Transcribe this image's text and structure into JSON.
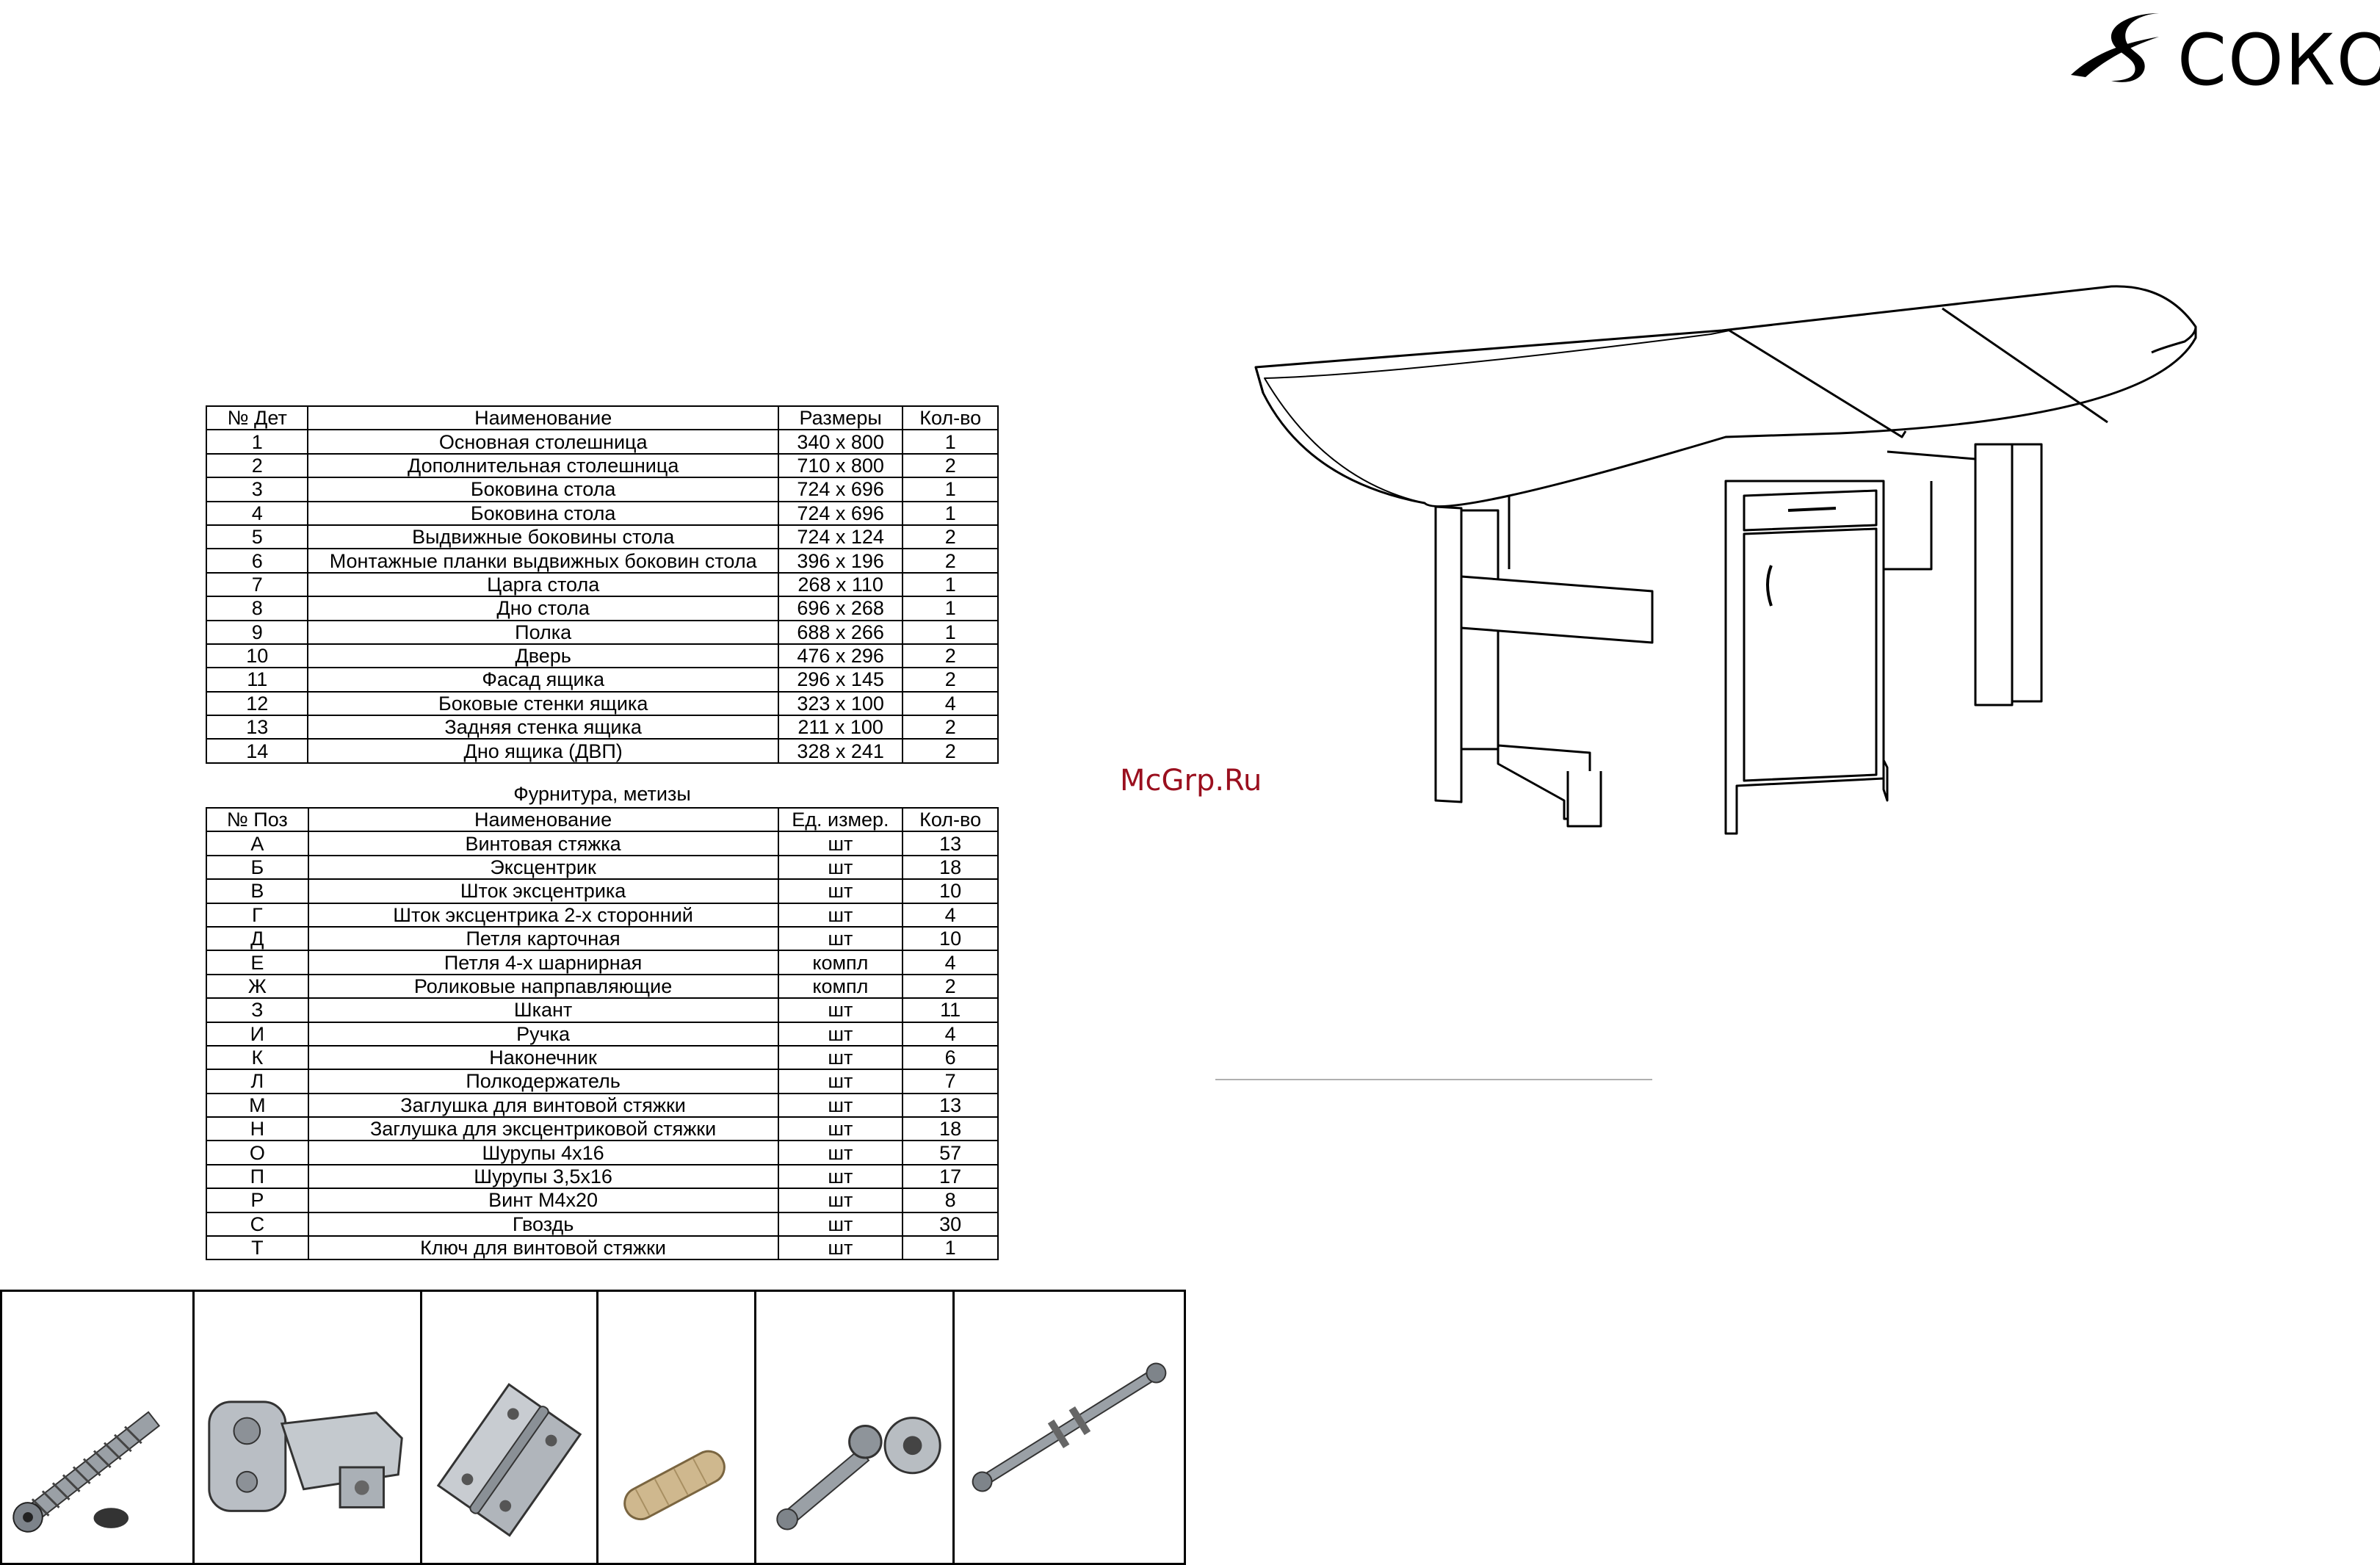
{
  "brand": {
    "name": "СОКОЛ"
  },
  "watermark": "McGrp.Ru",
  "parts_table": {
    "headers": [
      "№ Дет",
      "Наименование",
      "Размеры",
      "Кол-во"
    ],
    "rows": [
      [
        "1",
        "Основная столешница",
        "340 x 800",
        "1"
      ],
      [
        "2",
        "Дополнительная столешница",
        "710 x 800",
        "2"
      ],
      [
        "3",
        "Боковина стола",
        "724 x 696",
        "1"
      ],
      [
        "4",
        "Боковина стола",
        "724 x 696",
        "1"
      ],
      [
        "5",
        "Выдвижные боковины стола",
        "724 x 124",
        "2"
      ],
      [
        "6",
        "Монтажные планки выдвижных боковин стола",
        "396 x 196",
        "2"
      ],
      [
        "7",
        "Царга стола",
        "268 x 110",
        "1"
      ],
      [
        "8",
        "Дно стола",
        "696 x 268",
        "1"
      ],
      [
        "9",
        "Полка",
        "688 x 266",
        "1"
      ],
      [
        "10",
        "Дверь",
        "476 x 296",
        "2"
      ],
      [
        "11",
        "Фасад ящика",
        "296 x 145",
        "2"
      ],
      [
        "12",
        "Боковые стенки ящика",
        "323 x 100",
        "4"
      ],
      [
        "13",
        "Задняя стенка ящика",
        "211 x 100",
        "2"
      ],
      [
        "14",
        "Дно ящика (ДВП)",
        "328 x 241",
        "2"
      ]
    ]
  },
  "hardware_title": "Фурнитура, метизы",
  "hardware_table": {
    "headers": [
      "№ Поз",
      "Наименование",
      "Ед. измер.",
      "Кол-во"
    ],
    "rows": [
      [
        "А",
        "Винтовая стяжка",
        "шт",
        "13"
      ],
      [
        "Б",
        "Эксцентрик",
        "шт",
        "18"
      ],
      [
        "В",
        "Шток эксцентрика",
        "шт",
        "10"
      ],
      [
        "Г",
        "Шток эксцентрика 2-х сторонний",
        "шт",
        "4"
      ],
      [
        "Д",
        "Петля карточная",
        "шт",
        "10"
      ],
      [
        "Е",
        "Петля 4-х шарнирная",
        "компл",
        "4"
      ],
      [
        "Ж",
        "Роликовые напрпавляющие",
        "компл",
        "2"
      ],
      [
        "З",
        "Шкант",
        "шт",
        "11"
      ],
      [
        "И",
        "Ручка",
        "шт",
        "4"
      ],
      [
        "К",
        "Наконечник",
        "шт",
        "6"
      ],
      [
        "Л",
        "Полкодержатель",
        "шт",
        "7"
      ],
      [
        "М",
        "Заглушка для винтовой стяжки",
        "шт",
        "13"
      ],
      [
        "Н",
        "Заглушка для эксцентриковой стяжки",
        "шт",
        "18"
      ],
      [
        "О",
        "Шурупы 4х16",
        "шт",
        "57"
      ],
      [
        "П",
        "Шурупы 3,5х16",
        "шт",
        "17"
      ],
      [
        "Р",
        "Винт М4х20",
        "шт",
        "8"
      ],
      [
        "С",
        "Гвоздь",
        "шт",
        "30"
      ],
      [
        "Т",
        "Ключ для винтовой стяжки",
        "шт",
        "1"
      ]
    ]
  },
  "photos": [
    {
      "icon": "confirmat-screw-icon"
    },
    {
      "icon": "hinge-4-joint-icon"
    },
    {
      "icon": "card-hinge-icon"
    },
    {
      "icon": "dowel-icon"
    },
    {
      "icon": "cam-eccentric-icon"
    },
    {
      "icon": "double-cam-rod-icon"
    }
  ]
}
